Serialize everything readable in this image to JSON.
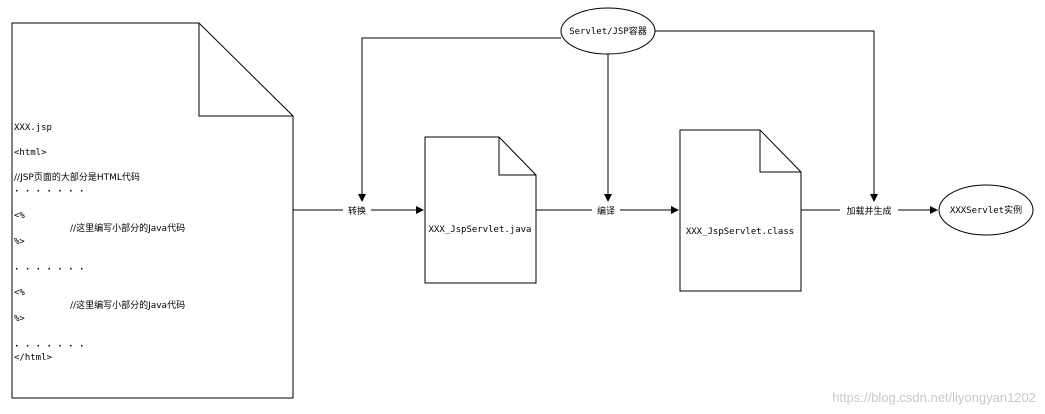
{
  "jsp_doc": {
    "lines": [
      "XXX.jsp",
      "<html>",
      "//JSP页面的大部分是HTML代码",
      "· · · · · · ·",
      "<%",
      "//这里编写小部分的Java代码",
      "%>",
      "· · · · · · ·",
      "<%",
      "//这里编写小部分的Java代码",
      "%>",
      "· · · · · · ·",
      "</html>"
    ]
  },
  "container_label": "Servlet/JSP容器",
  "java_doc_label": "XXX_JspServlet.java",
  "class_doc_label": "XXX_JspServlet.class",
  "instance_label": "XXXServlet实例",
  "edges": {
    "convert": "转换",
    "compile": "编译",
    "load": "加载并生成"
  },
  "watermark": "https://blog.csdn.net/liyongyan1202"
}
